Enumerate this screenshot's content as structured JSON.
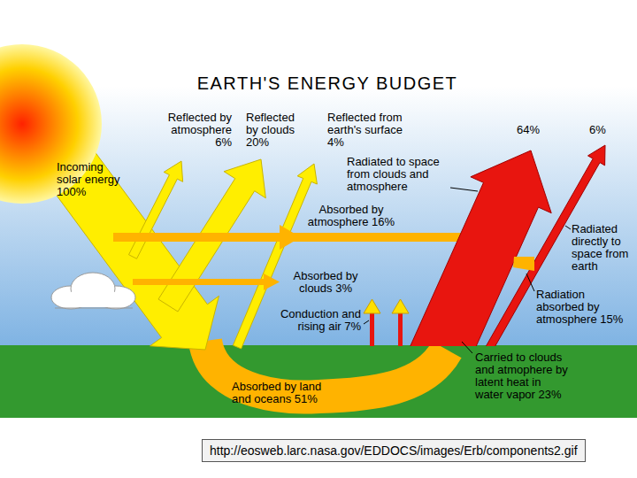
{
  "diagram": {
    "title": "EARTH'S ENERGY BUDGET",
    "caption": "http://eosweb.larc.nasa.gov/EDDOCS/images/Erb/components2.gif",
    "labels": [
      "Reflected by atmosphere 6%",
      "Reflected by clouds 20%",
      "Reflected from earth's surface 4%",
      "64%",
      "6%",
      "Incoming solar energy 100%",
      "Radiated to space from clouds and atmosphere",
      "Absorbed by atmosphere 16%",
      "Radiated directly to space from earth",
      "Absorbed by clouds 3%",
      "Radiation absorbed by atmosphere 15%",
      "Conduction and rising air 7%",
      "Carried to clouds and atmophere by latent heat in water vapor 23%",
      "Absorbed by land and oceans 51%"
    ]
  }
}
